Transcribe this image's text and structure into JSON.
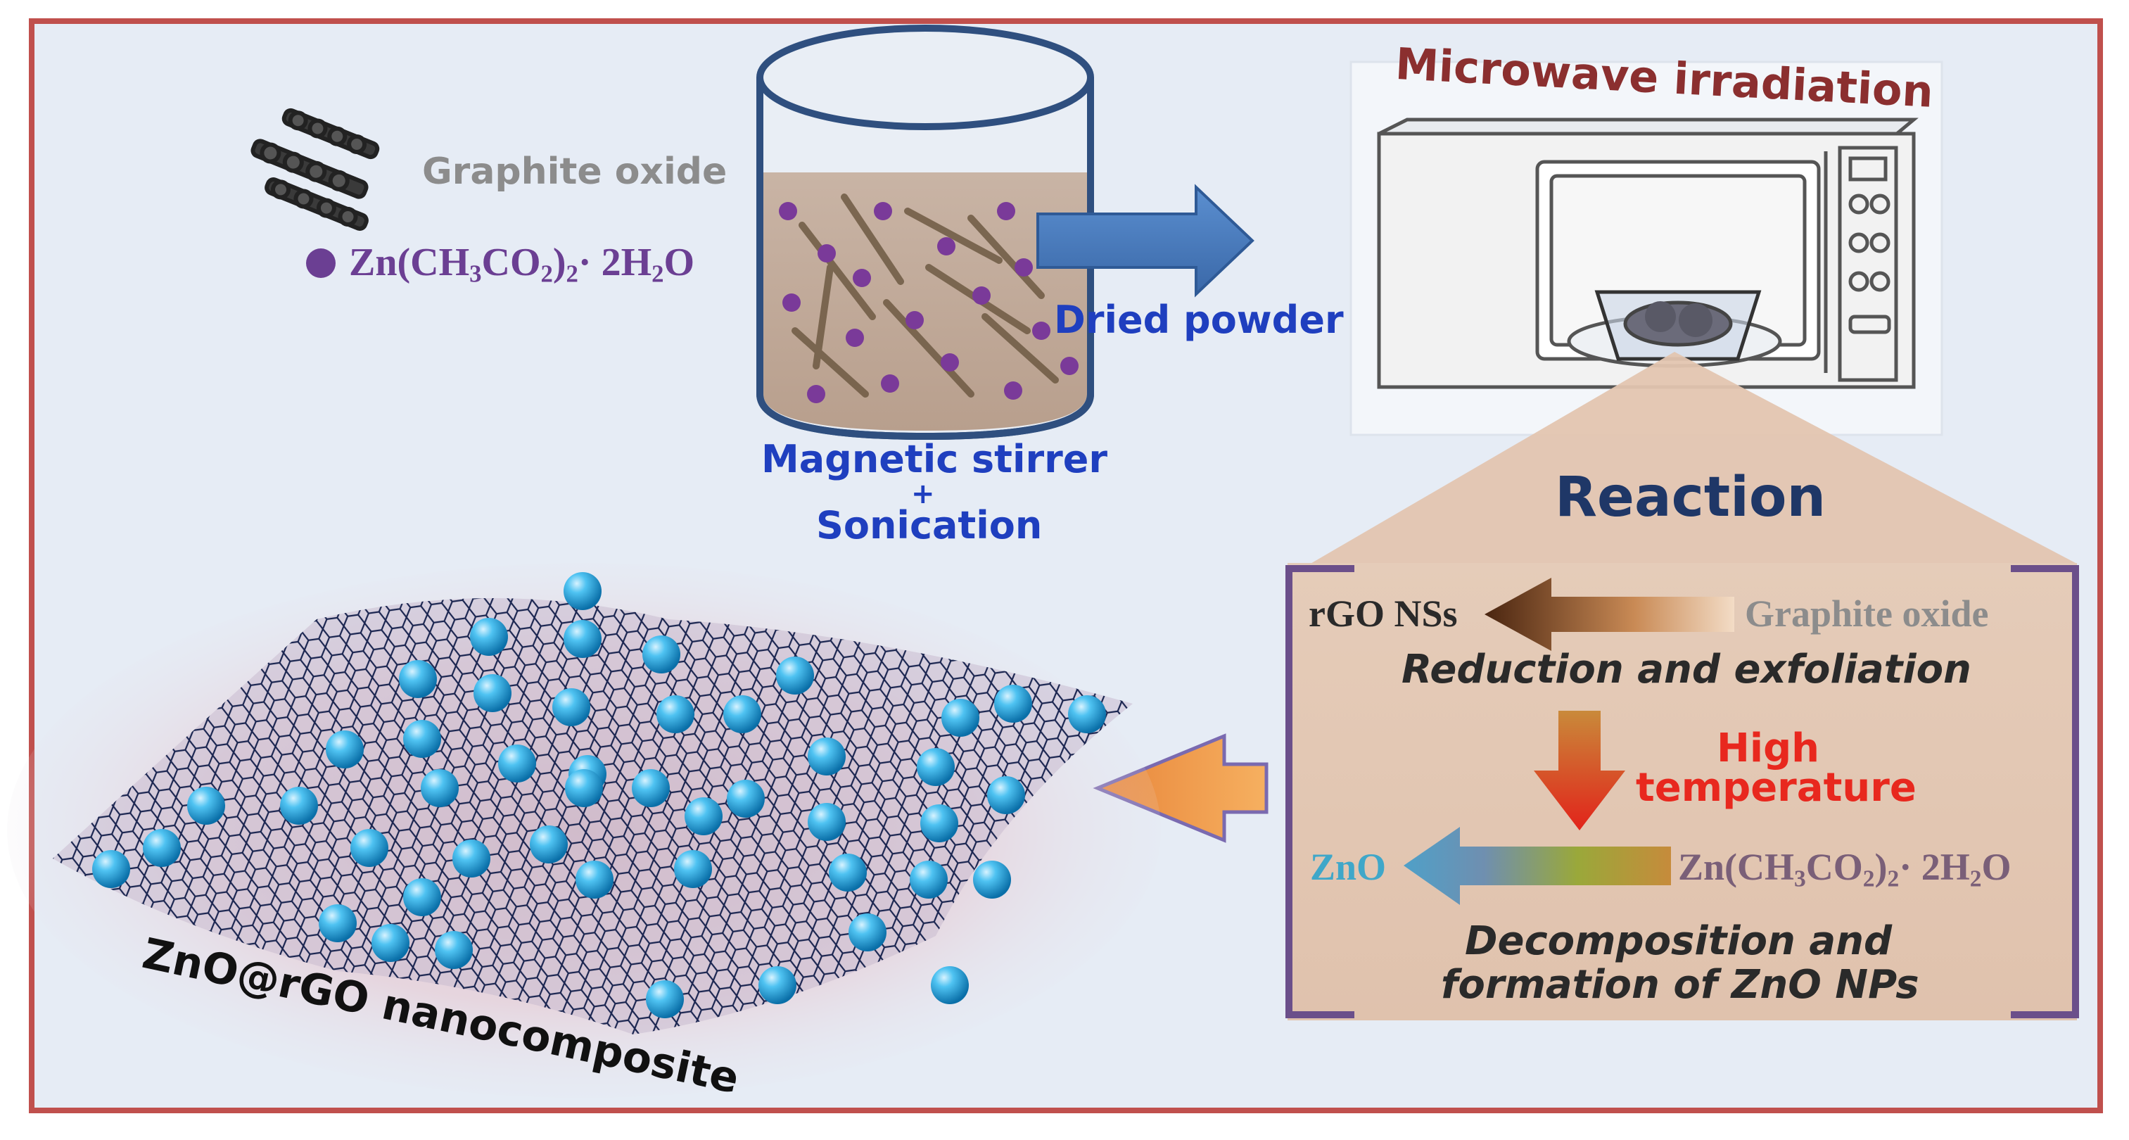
{
  "labels": {
    "graphite_oxide_top": "Graphite oxide",
    "zinc_acetate_top": {
      "pre": "Zn(CH",
      "s1": "3",
      "mid": "CO",
      "s2": "2",
      "mid2": ")",
      "s3": "2",
      "post": "· 2H",
      "s4": "2",
      "end": "O"
    },
    "dried_powder": "Dried powder",
    "magnetic_stirrer": "Magnetic stirrer",
    "plus": "+",
    "sonication": "Sonication",
    "microwave_irradiation": "Microwave irradiation",
    "reaction": "Reaction",
    "rgo_nss": "rGO NSs",
    "graphite_oxide_reaction": "Graphite oxide",
    "reduction_exfoliation": "Reduction and exfoliation",
    "high": "High",
    "temperature": "temperature",
    "zno": "ZnO",
    "zinc_acetate_reaction": {
      "pre": "Zn(CH",
      "s1": "3",
      "mid": "CO",
      "s2": "2",
      "mid2": ")",
      "s3": "2",
      "post": "· 2H",
      "s4": "2",
      "end": "O"
    },
    "decomposition_line1": "Decomposition and",
    "decomposition_line2": "formation of ZnO NPs",
    "nanocomposite": "ZnO@rGO nanocomposite"
  },
  "colors": {
    "frame_border": "#c0504d",
    "background": "#e6ecf5",
    "label_blue": "#1f3fbf",
    "label_gray": "#8c8c8c",
    "zinc_purple": "#6b3f93",
    "microwave_title": "#8b2f2f",
    "reaction_navy": "#1f3767",
    "reaction_box": "#e3c7b3",
    "bracket": "#6b4f8a",
    "high_temp_red": "#e8281e",
    "zno_teal": "#3fa7c9",
    "nanoparticle": "#29a9e1",
    "arrow_blue": "#4a7dc0",
    "arrow_orange": "#f0a04b"
  }
}
